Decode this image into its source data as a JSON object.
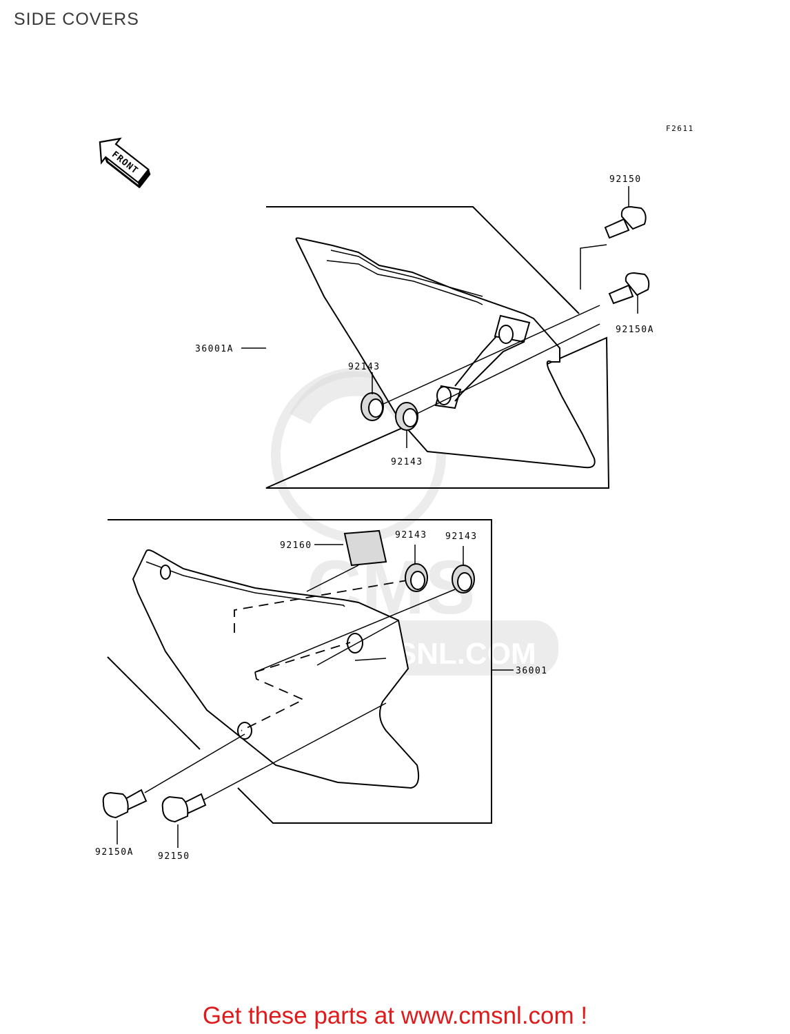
{
  "page": {
    "title": "SIDE COVERS"
  },
  "diagram": {
    "figure_code": "F2611",
    "front_label": "FRONT",
    "watermark": {
      "brand": "CMS",
      "url": "WWW.CMSNL.COM"
    },
    "upper_assembly": {
      "cover_label": "36001A",
      "bolt_top": "92150",
      "bolt_side": "92150A",
      "grommet_left": "92143",
      "grommet_right": "92143"
    },
    "lower_assembly": {
      "cover_label": "36001",
      "pad_label": "92160",
      "grommet_left": "92143",
      "grommet_right": "92143",
      "bolt_left": "92150A",
      "bolt_right": "92150"
    }
  },
  "footer": {
    "link_text": "Get these parts at www.cmsnl.com !"
  },
  "colors": {
    "footer_text": "#e01a1a",
    "title_text": "#3a3a3a",
    "line": "#000000",
    "watermark": "#dcdcdc"
  }
}
